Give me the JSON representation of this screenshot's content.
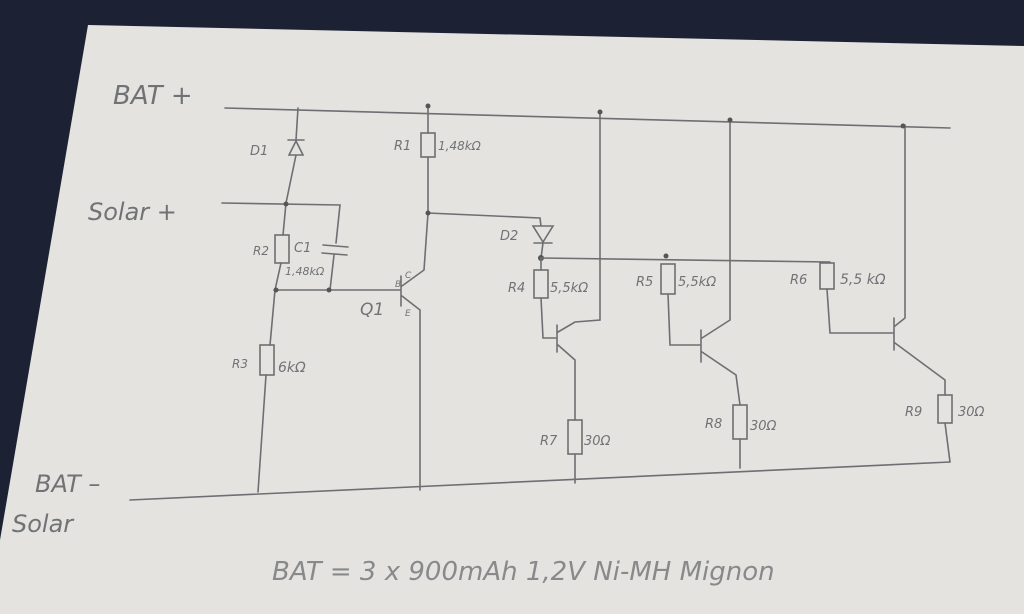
{
  "labels": {
    "bat_plus": "BAT +",
    "solar_plus": "Solar +",
    "bat_minus": "BAT –",
    "solar_minus": "Solar",
    "d1": "D1",
    "d2": "D2",
    "r1": "R1",
    "r1_value": "1,48kΩ",
    "r2": "R2",
    "c1": "C1",
    "r2_value": "1,48kΩ",
    "r3": "R3",
    "r3_value": "6kΩ",
    "q1": "Q1",
    "r4": "R4",
    "r4_value": "5,5kΩ",
    "r5": "R5",
    "r5_value": "5,5kΩ",
    "r6": "R6",
    "r6_value": "5,5 kΩ",
    "r7": "R7",
    "r7_value": "30Ω",
    "r8": "R8",
    "r8_value": "30Ω",
    "r9": "R9",
    "r9_value": "30Ω",
    "pin_b": "B",
    "pin_c": "C",
    "pin_e": "E"
  },
  "footnote": "BAT = 3 x 900mAh   1,2V   Ni-MH   Mignon"
}
